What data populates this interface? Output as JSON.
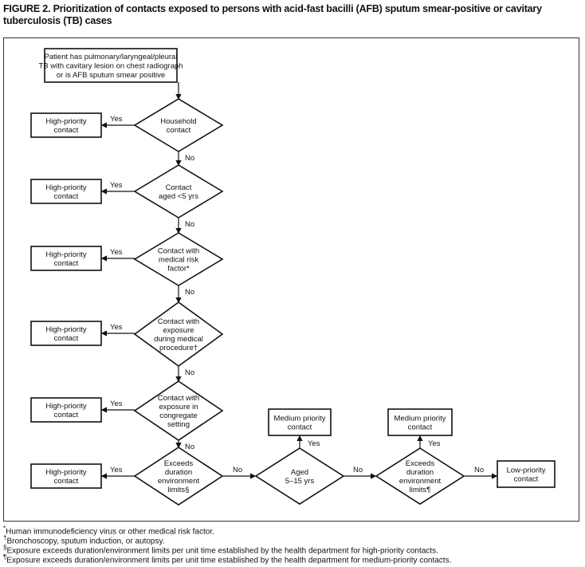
{
  "title": "FIGURE 2. Prioritization of contacts exposed to persons with acid-fast bacilli (AFB) sputum smear-positive or cavitary tuberculosis (TB)  cases",
  "start": [
    "Patient has pulmonary/laryngeal/pleural",
    "TB with cavitary lesion on chest radiograph",
    "or is AFB sputum smear positive"
  ],
  "decisions": [
    [
      "Household",
      "contact"
    ],
    [
      "Contact",
      "aged <5 yrs"
    ],
    [
      "Contact with",
      "medical risk",
      "factor*"
    ],
    [
      "Contact with",
      "exposure",
      "during medical",
      "procedure†"
    ],
    [
      "Contact with",
      "exposure in",
      "congregate",
      "setting"
    ],
    [
      "Exceeds",
      "duration",
      "environment",
      "limits§"
    ]
  ],
  "high_priority": [
    "High-priority",
    "contact"
  ],
  "aged": [
    "Aged",
    "5–15 yrs"
  ],
  "exceeds2": [
    "Exceeds",
    "duration",
    "environment",
    "limits¶"
  ],
  "medium_priority": [
    "Medium priority",
    "contact"
  ],
  "low_priority": [
    "Low-priority",
    "contact"
  ],
  "yes": "Yes",
  "no": "No",
  "footnotes": [
    {
      "mark": "*",
      "text": "Human immunodeficiency virus or other medical risk factor."
    },
    {
      "mark": "†",
      "text": "Bronchoscopy, sputum induction, or autopsy."
    },
    {
      "mark": "§",
      "text": "Exposure exceeds duration/environment limits per unit time established by the health department for high-priority contacts."
    },
    {
      "mark": "¶",
      "text": "Exposure exceeds duration/environment limits per unit time established by the health department for medium-priority contacts."
    }
  ]
}
